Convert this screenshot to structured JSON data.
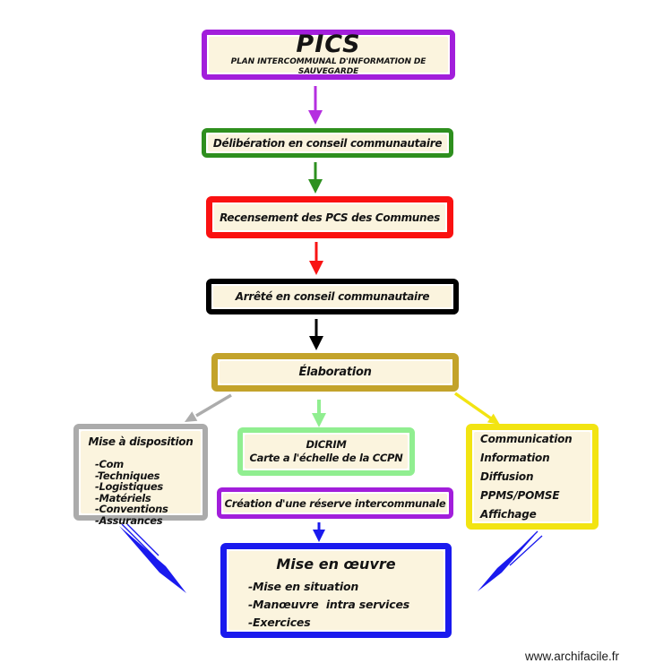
{
  "page": {
    "background": "#ffffff",
    "box_fill": "#fbf4de",
    "text_color": "#141414",
    "footer_link": "www.archifacile.fr"
  },
  "boxes": {
    "pics": {
      "title": "PICS",
      "subtitle": "PLAN INTERCOMMUNAL D'INFORMATION DE SAUVEGARDE",
      "border_color": "#a21edb"
    },
    "deliberation": {
      "label": "Délibération en conseil communautaire",
      "border_color": "#2e8f1e"
    },
    "recensement": {
      "label": "Recensement des PCS des Communes",
      "border_color": "#fa1111"
    },
    "arrete": {
      "label": "Arrêté en conseil communautaire",
      "border_color": "#000000"
    },
    "elaboration": {
      "label": "Élaboration",
      "border_color": "#c3a32b"
    },
    "mise_a_disposition": {
      "title": "Mise à disposition",
      "items": [
        "-Com",
        "-Techniques",
        "-Logistiques",
        "-Matériels",
        "-Conventions",
        "-Assurances"
      ],
      "border_color": "#ababab"
    },
    "dicrim": {
      "line1": "DICRIM",
      "line2": "Carte a l'échelle de la CCPN",
      "border_color": "#90ee90"
    },
    "communication": {
      "items": [
        "Communication",
        "Information",
        "Diffusion",
        "PPMS/POMSE",
        "Affichage"
      ],
      "border_color": "#f2e412"
    },
    "reserve": {
      "label": "Création d'une réserve intercommunale",
      "border_color": "#a21edb"
    },
    "mise_en_oeuvre": {
      "title": "Mise en œuvre",
      "items": [
        "-Mise en situation",
        "-Manœuvre  intra services",
        "-Exercices"
      ],
      "border_color": "#1a1aee"
    }
  },
  "arrows": {
    "pics_to_deliberation": {
      "color": "#b52fe0"
    },
    "deliberation_to_recensement": {
      "color": "#2e9020"
    },
    "recensement_to_arrete": {
      "color": "#f81414"
    },
    "arrete_to_elaboration": {
      "color": "#000000"
    },
    "elaboration_to_mise_a_disposition": {
      "color": "#acacac"
    },
    "elaboration_to_dicrim": {
      "color": "#90ee90"
    },
    "elaboration_to_communication": {
      "color": "#f2e412"
    },
    "reserve_to_mise_en_oeuvre": {
      "color": "#1a1aee"
    },
    "mise_a_disposition_to_mise_en_oeuvre": {
      "color": "#1a1aee"
    },
    "communication_to_mise_en_oeuvre": {
      "color": "#1a1aee"
    }
  }
}
